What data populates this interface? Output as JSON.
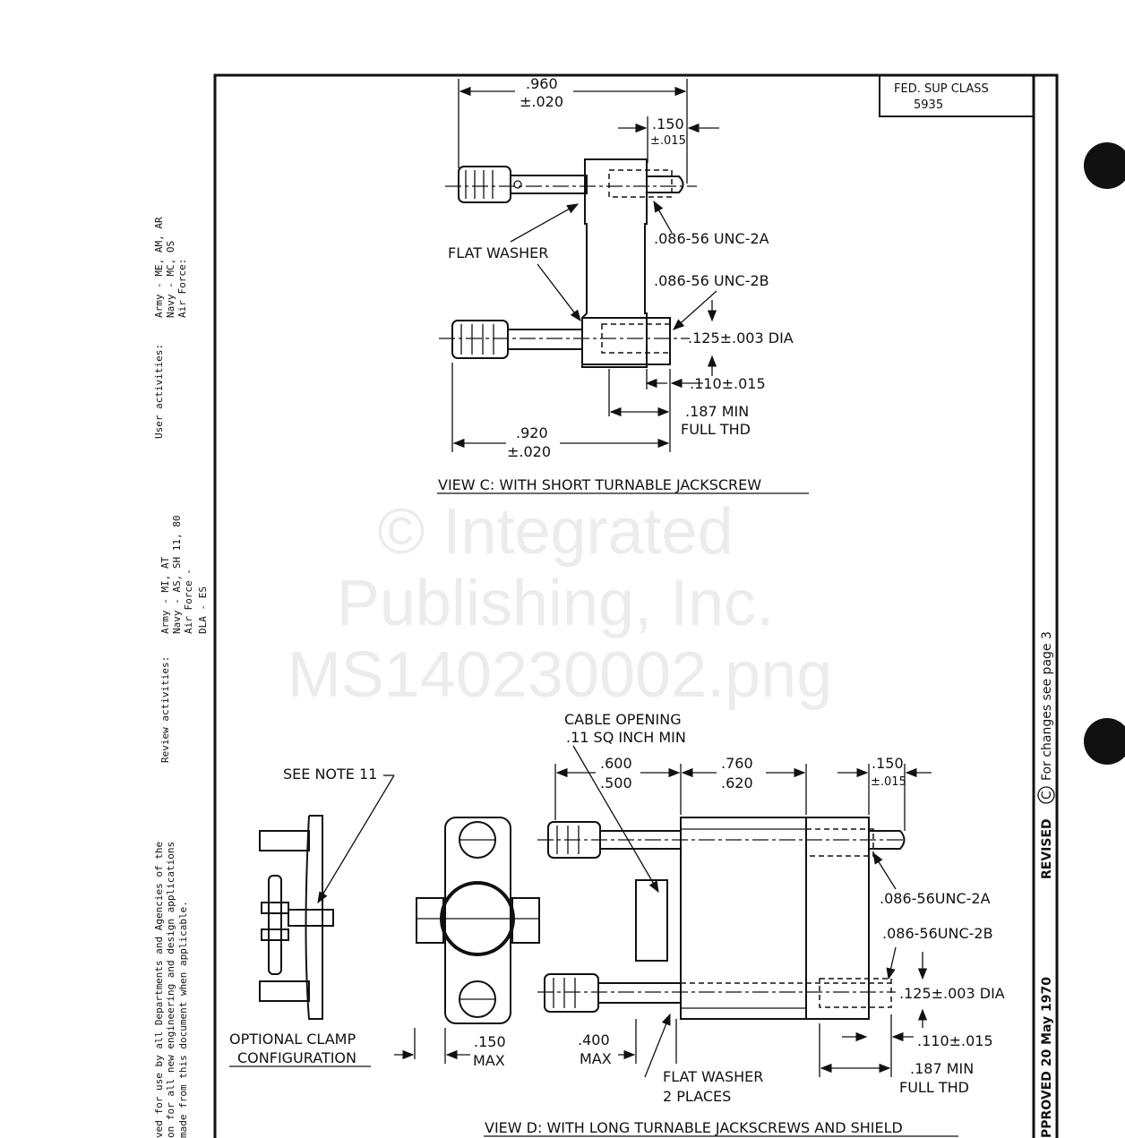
{
  "header": {
    "fed_sup_class": "FED. SUP CLASS",
    "class_number": "5935"
  },
  "margin_left": {
    "user_label": "User activities:",
    "user_army": "Army - ME, AM, AR",
    "user_navy": "Navy - MC, OS",
    "user_airforce": "Air Force:",
    "review_label": "Review activities:",
    "review_army": "Army - MI, AT",
    "review_navy": "Navy - AS, SH  11, 80",
    "review_airforce": "Air Force -",
    "review_dla": "DLA - ES",
    "approval_line1": "ved for use by all Departments and Agencies of the",
    "approval_line2": "on for all new engineering and design applications",
    "approval_line3": "made from this document when applicable."
  },
  "margin_right": {
    "approved": "PPROVED  20 May  1970",
    "revised": "REVISED",
    "rev_letter": "C",
    "changes": "For changes see page 3"
  },
  "watermark": {
    "line1": "© Integrated",
    "line2": "Publishing, Inc.",
    "line3": "MS140230002.png"
  },
  "view_c": {
    "title": "VIEW C: WITH SHORT TURNABLE JACKSCREW",
    "dim_960": ".960",
    "tol_960": "±.020",
    "dim_150": ".150",
    "tol_150": "±.015",
    "flat_washer": "FLAT WASHER",
    "thread_2a": ".086-56 UNC-2A",
    "thread_2b": ".086-56 UNC-2B",
    "dia": ".125±.003 DIA",
    "dim_110": ".110±.015",
    "min_187": ".187 MIN",
    "full_thd": "FULL THD",
    "dim_920": ".920",
    "tol_920": "±.020"
  },
  "view_d": {
    "title": "VIEW D: WITH LONG TURNABLE JACKSCREWS AND SHIELD",
    "cable_opening": "CABLE OPENING",
    "cable_area": ".11  SQ INCH MIN",
    "see_note": "SEE NOTE 11",
    "dim_600": ".600",
    "dim_500": ".500",
    "dim_760": ".760",
    "dim_620": ".620",
    "dim_150": ".150",
    "tol_150": "±.015",
    "thread_2a": ".086-56UNC-2A",
    "thread_2b": ".086-56UNC-2B",
    "dia": ".125±.003 DIA",
    "dim_110": ".110±.015",
    "min_187": ".187 MIN",
    "full_thd": "FULL THD",
    "optional_clamp": "OPTIONAL CLAMP",
    "configuration": "CONFIGURATION",
    "clamp_150": ".150",
    "clamp_max": "MAX",
    "dim_400": ".400",
    "max_400": "MAX",
    "flat_washer": "FLAT WASHER",
    "two_places": "2 PLACES"
  }
}
